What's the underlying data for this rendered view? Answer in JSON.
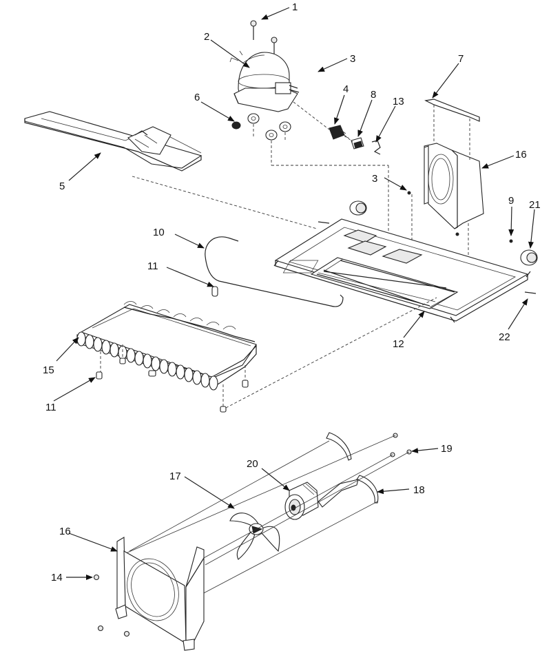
{
  "callouts": [
    {
      "id": "c1",
      "label": "1"
    },
    {
      "id": "c2",
      "label": "2"
    },
    {
      "id": "c3a",
      "label": "3"
    },
    {
      "id": "c4",
      "label": "4"
    },
    {
      "id": "c5",
      "label": "5"
    },
    {
      "id": "c6",
      "label": "6"
    },
    {
      "id": "c7",
      "label": "7"
    },
    {
      "id": "c8",
      "label": "8"
    },
    {
      "id": "c13",
      "label": "13"
    },
    {
      "id": "c16a",
      "label": "16"
    },
    {
      "id": "c3b",
      "label": "3"
    },
    {
      "id": "c9",
      "label": "9"
    },
    {
      "id": "c21",
      "label": "21"
    },
    {
      "id": "c10",
      "label": "10"
    },
    {
      "id": "c11a",
      "label": "11"
    },
    {
      "id": "c12",
      "label": "12"
    },
    {
      "id": "c22",
      "label": "22"
    },
    {
      "id": "c15",
      "label": "15"
    },
    {
      "id": "c11b",
      "label": "11"
    },
    {
      "id": "c19",
      "label": "19"
    },
    {
      "id": "c20",
      "label": "20"
    },
    {
      "id": "c17",
      "label": "17"
    },
    {
      "id": "c18",
      "label": "18"
    },
    {
      "id": "c16b",
      "label": "16"
    },
    {
      "id": "c14",
      "label": "14"
    }
  ]
}
